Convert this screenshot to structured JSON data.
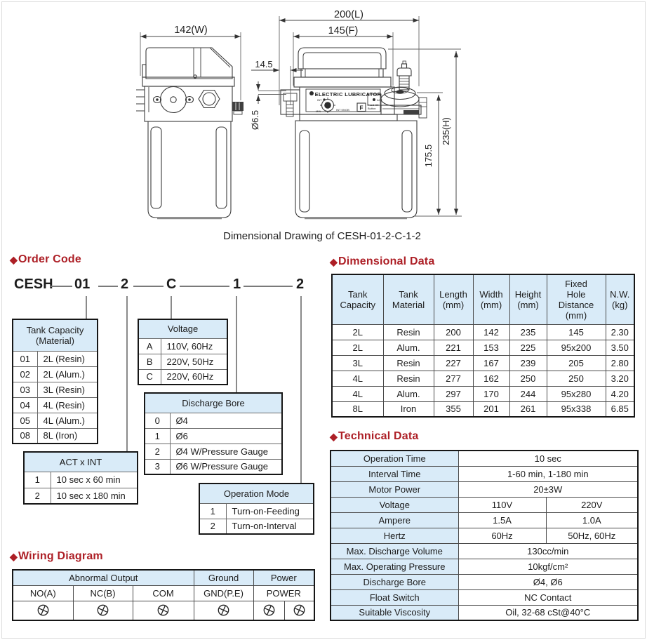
{
  "icons": {
    "diamond": "◆"
  },
  "colors": {
    "accent_red": "#ad1f26",
    "header_blue": "#d9ebf8",
    "line_dark": "#3b3b3b"
  },
  "drawing": {
    "caption": "Dimensional Drawing of CESH-01-2-C-1-2",
    "front": {
      "width_dim": "142(W)",
      "hole_dim": "Ø6.5"
    },
    "side": {
      "length_dim": "200(L)",
      "face_dim": "145(F)",
      "offset_dim": "14.5",
      "height_dim": "235(H)",
      "body_height_dim": "175.5",
      "panel": {
        "brand": "ELECTRIC LUBRICATOR",
        "f_button": "F",
        "int": "INT",
        "min": "MIN",
        "int_knob": "INT KNOB",
        "act": "ACT",
        "feed_oil_1": "Feed-Oil",
        "feed_oil_2": "Button"
      }
    }
  },
  "order_code": {
    "title": "Order Code",
    "code_parts": [
      "CESH",
      "01",
      "2",
      "C",
      "1",
      "2"
    ],
    "tank_capacity": {
      "title": "Tank Capacity\n(Material)",
      "rows": [
        [
          "01",
          "2L (Resin)"
        ],
        [
          "02",
          "2L (Alum.)"
        ],
        [
          "03",
          "3L (Resin)"
        ],
        [
          "04",
          "4L (Resin)"
        ],
        [
          "05",
          "4L (Alum.)"
        ],
        [
          "08",
          "8L (Iron)"
        ]
      ]
    },
    "voltage": {
      "title": "Voltage",
      "rows": [
        [
          "A",
          "110V, 60Hz"
        ],
        [
          "B",
          "220V, 50Hz"
        ],
        [
          "C",
          "220V, 60Hz"
        ]
      ]
    },
    "discharge_bore": {
      "title": "Discharge Bore",
      "rows": [
        [
          "0",
          "Ø4"
        ],
        [
          "1",
          "Ø6"
        ],
        [
          "2",
          "Ø4 W/Pressure Gauge"
        ],
        [
          "3",
          "Ø6 W/Pressure Gauge"
        ]
      ]
    },
    "act_int": {
      "title": "ACT x INT",
      "rows": [
        [
          "1",
          "10 sec x 60 min"
        ],
        [
          "2",
          "10 sec x 180 min"
        ]
      ]
    },
    "operation_mode": {
      "title": "Operation Mode",
      "rows": [
        [
          "1",
          "Turn-on-Feeding"
        ],
        [
          "2",
          "Turn-on-Interval"
        ]
      ]
    }
  },
  "dimensional_data": {
    "title": "Dimensional Data",
    "headers": [
      "Tank\nCapacity",
      "Tank\nMaterial",
      "Length\n(mm)",
      "Width\n(mm)",
      "Height\n(mm)",
      "Fixed\nHole\nDistance\n(mm)",
      "N.W.\n(kg)"
    ],
    "rows": [
      [
        "2L",
        "Resin",
        "200",
        "142",
        "235",
        "145",
        "2.30"
      ],
      [
        "2L",
        "Alum.",
        "221",
        "153",
        "225",
        "95x200",
        "3.50"
      ],
      [
        "3L",
        "Resin",
        "227",
        "167",
        "239",
        "205",
        "2.80"
      ],
      [
        "4L",
        "Resin",
        "277",
        "162",
        "250",
        "250",
        "3.20"
      ],
      [
        "4L",
        "Alum.",
        "297",
        "170",
        "244",
        "95x280",
        "4.20"
      ],
      [
        "8L",
        "Iron",
        "355",
        "201",
        "261",
        "95x338",
        "6.85"
      ]
    ]
  },
  "technical_data": {
    "title": "Technical Data",
    "rows": [
      {
        "label": "Operation Time",
        "values": [
          "10 sec"
        ]
      },
      {
        "label": "Interval Time",
        "values": [
          "1-60 min, 1-180 min"
        ]
      },
      {
        "label": "Motor Power",
        "values": [
          "20±3W"
        ]
      },
      {
        "label": "Voltage",
        "values": [
          "110V",
          "220V"
        ]
      },
      {
        "label": "Ampere",
        "values": [
          "1.5A",
          "1.0A"
        ]
      },
      {
        "label": "Hertz",
        "values": [
          "60Hz",
          "50Hz, 60Hz"
        ]
      },
      {
        "label": "Max. Discharge Volume",
        "values": [
          "130cc/min"
        ]
      },
      {
        "label": "Max. Operating Pressure",
        "values": [
          "10kgf/cm²"
        ]
      },
      {
        "label": "Discharge Bore",
        "values": [
          "Ø4, Ø6"
        ]
      },
      {
        "label": "Float Switch",
        "values": [
          "NC Contact"
        ]
      },
      {
        "label": "Suitable Viscosity",
        "values": [
          "Oil, 32-68 cSt@40°C"
        ]
      }
    ]
  },
  "wiring_diagram": {
    "title": "Wiring Diagram",
    "groups": [
      "Abnormal Output",
      "Ground",
      "Power"
    ],
    "terminals": [
      "NO(A)",
      "NC(B)",
      "COM",
      "GND(P.E)",
      "POWER"
    ]
  }
}
